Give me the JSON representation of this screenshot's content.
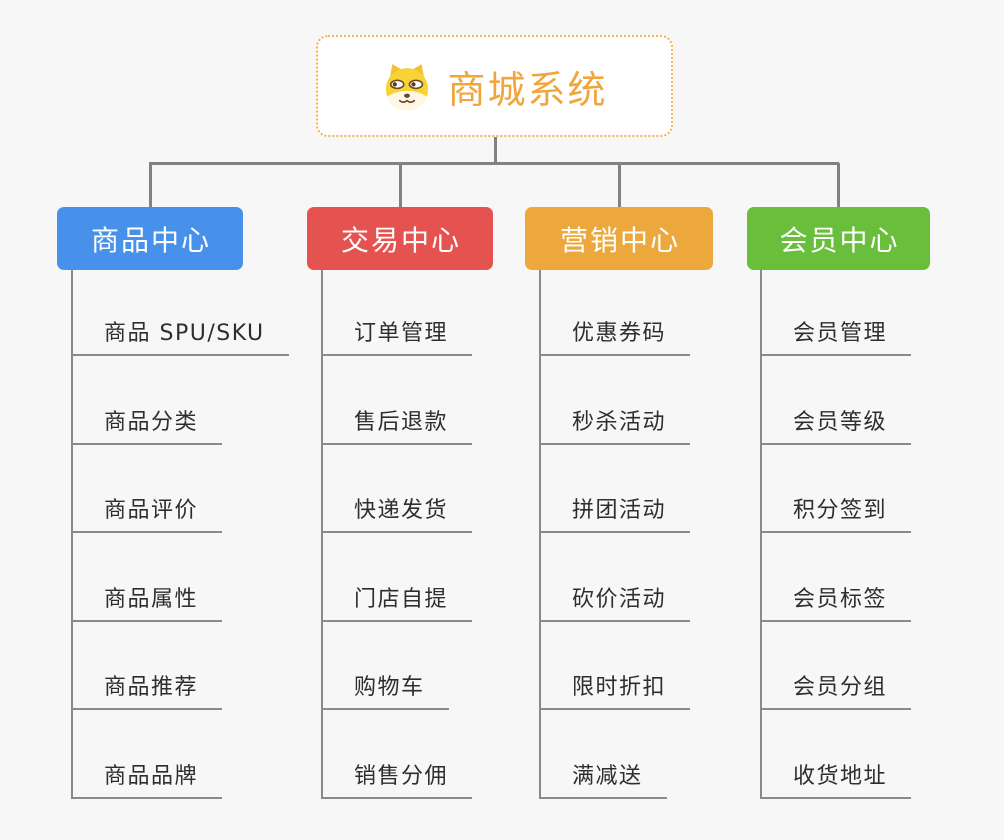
{
  "canvas": {
    "background": "#f7f7f7",
    "connector_color": "#828282"
  },
  "root": {
    "title": "商城系统",
    "icon": "doge-icon",
    "accent_color": "#f0a63c",
    "border_color": "#f3b04e"
  },
  "branches": [
    {
      "id": "product-center",
      "label": "商品中心",
      "color": "#4791ea",
      "children": [
        "商品 SPU/SKU",
        "商品分类",
        "商品评价",
        "商品属性",
        "商品推荐",
        "商品品牌"
      ]
    },
    {
      "id": "trade-center",
      "label": "交易中心",
      "color": "#e4534f",
      "children": [
        "订单管理",
        "售后退款",
        "快递发货",
        "门店自提",
        "购物车",
        "销售分佣"
      ]
    },
    {
      "id": "marketing-center",
      "label": "营销中心",
      "color": "#eca83d",
      "children": [
        "优惠券码",
        "秒杀活动",
        "拼团活动",
        "砍价活动",
        "限时折扣",
        "满减送"
      ]
    },
    {
      "id": "member-center",
      "label": "会员中心",
      "color": "#69be3b",
      "children": [
        "会员管理",
        "会员等级",
        "积分签到",
        "会员标签",
        "会员分组",
        "收货地址"
      ]
    }
  ]
}
